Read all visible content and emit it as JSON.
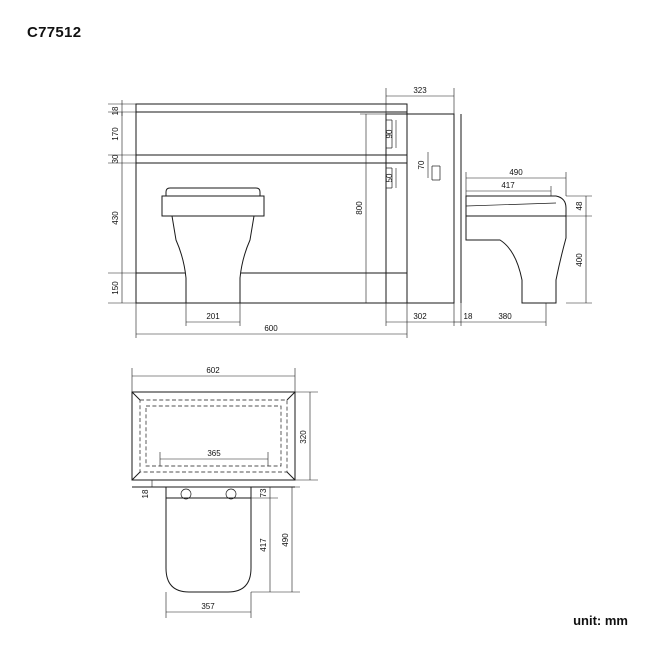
{
  "sheet": {
    "title": "C77512",
    "unit_note": "unit: mm"
  },
  "views": {
    "front": {
      "name": "front-elevation",
      "dimensions": {
        "v18": "18",
        "v170": "170",
        "v30": "30",
        "v430": "430",
        "v150": "150",
        "v201": "201",
        "v600": "600"
      }
    },
    "side": {
      "name": "side-elevation",
      "dimensions": {
        "v323": "323",
        "v90": "90",
        "v70": "70",
        "v50": "50",
        "v800": "800",
        "v490": "490",
        "v417": "417",
        "v48": "48",
        "v400": "400",
        "v302": "302",
        "v18": "18",
        "v380": "380"
      }
    },
    "plan": {
      "name": "plan-view",
      "dimensions": {
        "v602": "602",
        "v320": "320",
        "v365": "365",
        "v18": "18",
        "v73": "73",
        "v417": "417",
        "v490": "490",
        "v357": "357"
      }
    }
  },
  "colors": {
    "line": "#1a1a1a",
    "background": "#ffffff"
  }
}
